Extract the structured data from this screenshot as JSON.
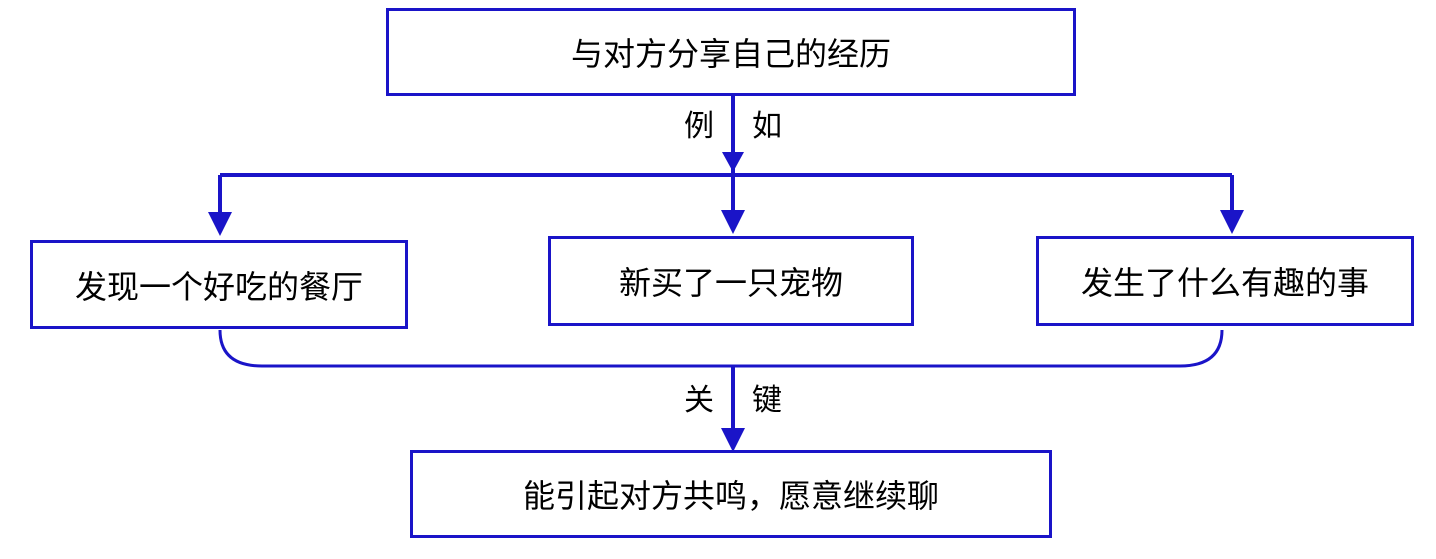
{
  "diagram": {
    "top_node": "与对方分享自己的经历",
    "edge_top": {
      "left": "例",
      "right": "如"
    },
    "examples": [
      "发现一个好吃的餐厅",
      "新买了一只宠物",
      "发生了什么有趣的事"
    ],
    "edge_bottom": {
      "left": "关",
      "right": "键"
    },
    "bottom_node": "能引起对方共鸣，愿意继续聊"
  },
  "colors": {
    "stroke": "#1a14c8",
    "text": "#000000",
    "background": "#ffffff"
  }
}
